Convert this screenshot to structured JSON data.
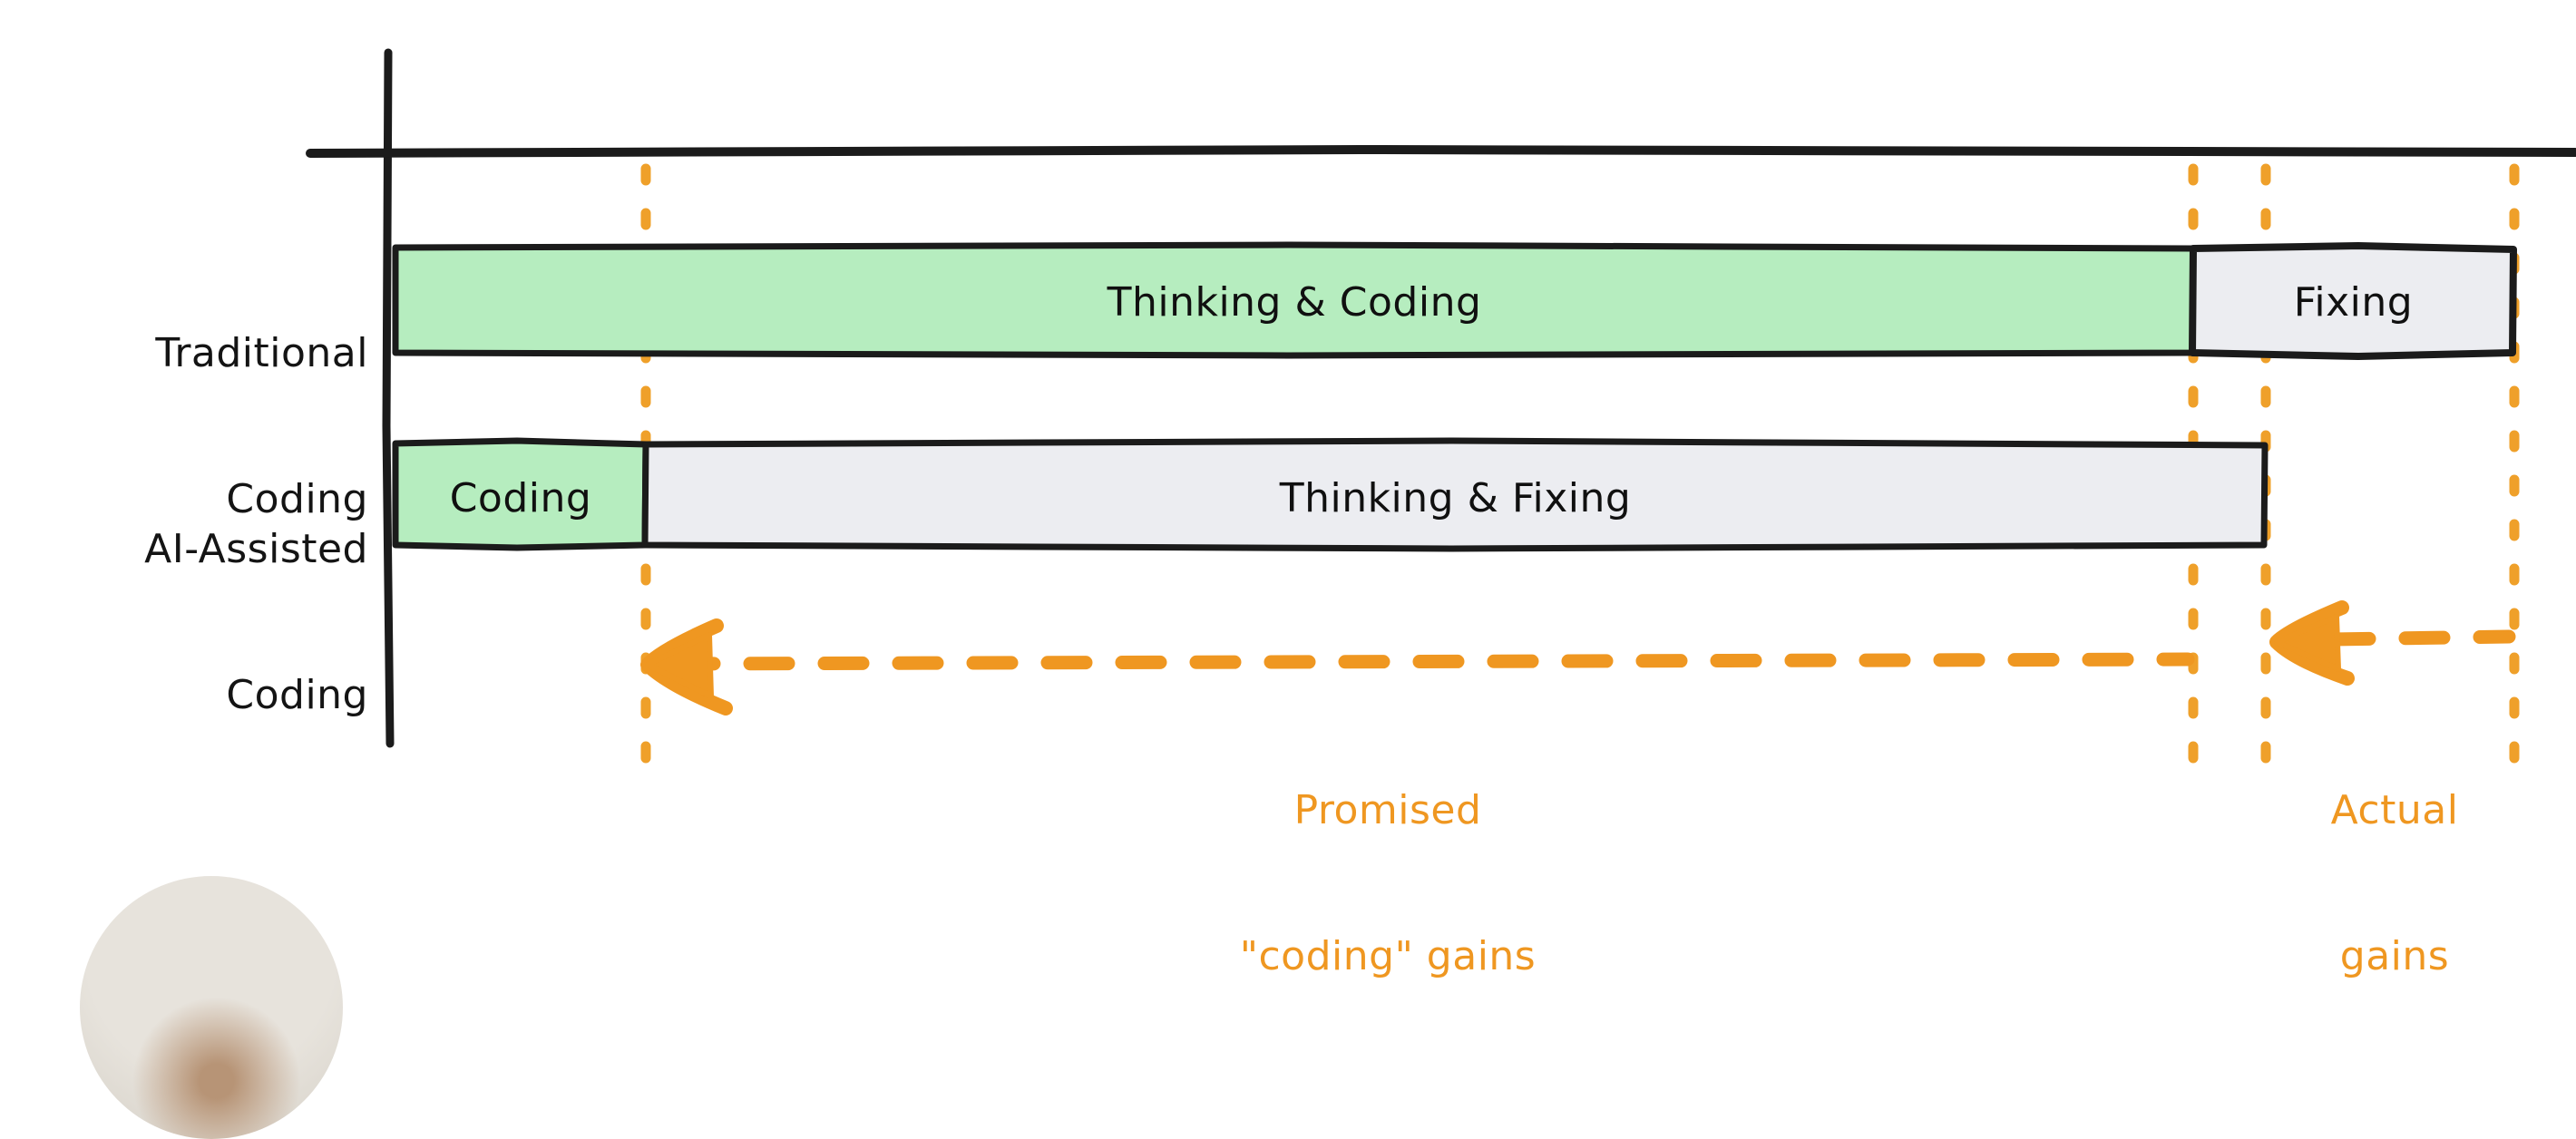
{
  "chart_data": {
    "type": "bar",
    "orientation": "horizontal",
    "title": "",
    "xlabel": "",
    "ylabel": "",
    "grid": false,
    "legend": null,
    "axis_units": "time (relative, unlabeled)",
    "categories": [
      "Traditional Coding",
      "AI-Assisted Coding"
    ],
    "series": [
      {
        "name": "Thinking & Coding",
        "color": "#b6edbf",
        "values": [
          0.852,
          0
        ]
      },
      {
        "name": "Coding",
        "color": "#b6edbf",
        "values": [
          0,
          0.118
        ]
      },
      {
        "name": "Fixing",
        "color": "#ecedf1",
        "values": [
          0.148,
          0
        ]
      },
      {
        "name": "Thinking & Fixing",
        "color": "#ecedf1",
        "values": [
          0,
          0.882
        ]
      }
    ],
    "bars": [
      {
        "category": "Traditional Coding",
        "segments": [
          {
            "label": "Thinking & Coding",
            "fill": "#b6edbf",
            "start": 0.0,
            "end": 0.852
          },
          {
            "label": "Fixing",
            "fill": "#ecedf1",
            "start": 0.852,
            "end": 1.0
          }
        ]
      },
      {
        "category": "AI-Assisted Coding",
        "segments": [
          {
            "label": "Coding",
            "fill": "#b6edbf",
            "start": 0.0,
            "end": 0.118
          },
          {
            "label": "Thinking & Fixing",
            "fill": "#ecedf1",
            "start": 0.118,
            "end": 0.852
          }
        ]
      }
    ],
    "guides": [
      {
        "name": "coding-end-guide",
        "x_fraction": 0.118
      },
      {
        "name": "ai-bar-end-guide",
        "x_fraction": 0.852
      },
      {
        "name": "traditional-coding-end-guide",
        "x_fraction": 0.821
      },
      {
        "name": "traditional-bar-end-guide",
        "x_fraction": 1.0
      }
    ],
    "annotations": [
      {
        "name": "promised-gains",
        "lines": [
          "Promised",
          "\"coding\" gains"
        ],
        "arrow": "left",
        "color": "#ef9721",
        "spans_fraction": [
          0.118,
          0.821
        ]
      },
      {
        "name": "actual-gains",
        "lines": [
          "Actual",
          "gains"
        ],
        "arrow": "left",
        "color": "#ef9721",
        "spans_fraction": [
          0.852,
          1.0
        ]
      }
    ]
  },
  "labels": {
    "traditional": {
      "line1": "Traditional",
      "line2": "Coding"
    },
    "ai_assisted": {
      "line1": "AI-Assisted",
      "line2": "Coding"
    }
  },
  "bar_labels": {
    "thinking_and_coding": "Thinking & Coding",
    "fixing": "Fixing",
    "coding": "Coding",
    "thinking_and_fixing": "Thinking & Fixing"
  },
  "annotations": {
    "promised": {
      "line1": "Promised",
      "line2": "\"coding\" gains"
    },
    "actual": {
      "line1": "Actual",
      "line2": "gains"
    }
  },
  "colors": {
    "green_fill": "#b6edbf",
    "gray_fill": "#ecedf1",
    "ink": "#141414",
    "orange": "#ef9721",
    "background": "#ffffff"
  }
}
